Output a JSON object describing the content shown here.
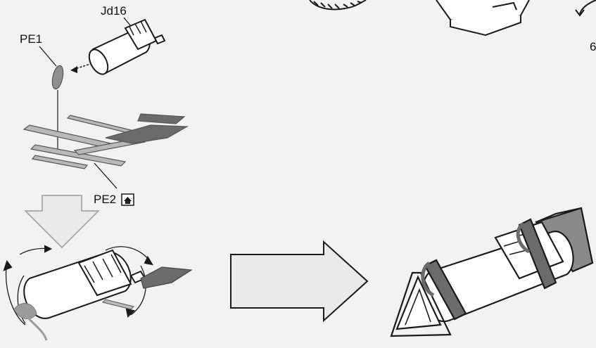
{
  "labels": {
    "jd16": "Jd16",
    "pe1": "PE1",
    "pe2": "PE2",
    "partial_right": "6"
  },
  "icons": {
    "pe2_badge": "photo-etch-part-icon"
  },
  "colors": {
    "background": "#f2f2f2",
    "line": "#1a1a1a",
    "part_fill": "#ffffff",
    "etch_fill": "#b8b8b8",
    "strap_fill": "#6b6b6b",
    "arrow_fill": "#e9e9e9"
  }
}
